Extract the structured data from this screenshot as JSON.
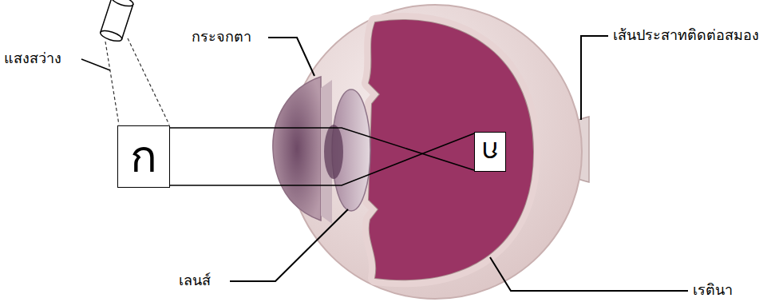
{
  "diagram": {
    "nodes": [
      {
        "text": [
          "ก"
        ]
      },
      {
        "text": [
          "ก"
        ]
      }
    ],
    "edges": [
      {
        "from": 0,
        "to": 1,
        "arrow": "none"
      },
      {
        "from": 0,
        "to": 1,
        "arrow": "none"
      }
    ],
    "labels": [
      "กระจกตา",
      "แสงสว่าง",
      "เส้นประสาทติดต่อสมอง",
      "เลนส์",
      "เรตินา"
    ]
  }
}
